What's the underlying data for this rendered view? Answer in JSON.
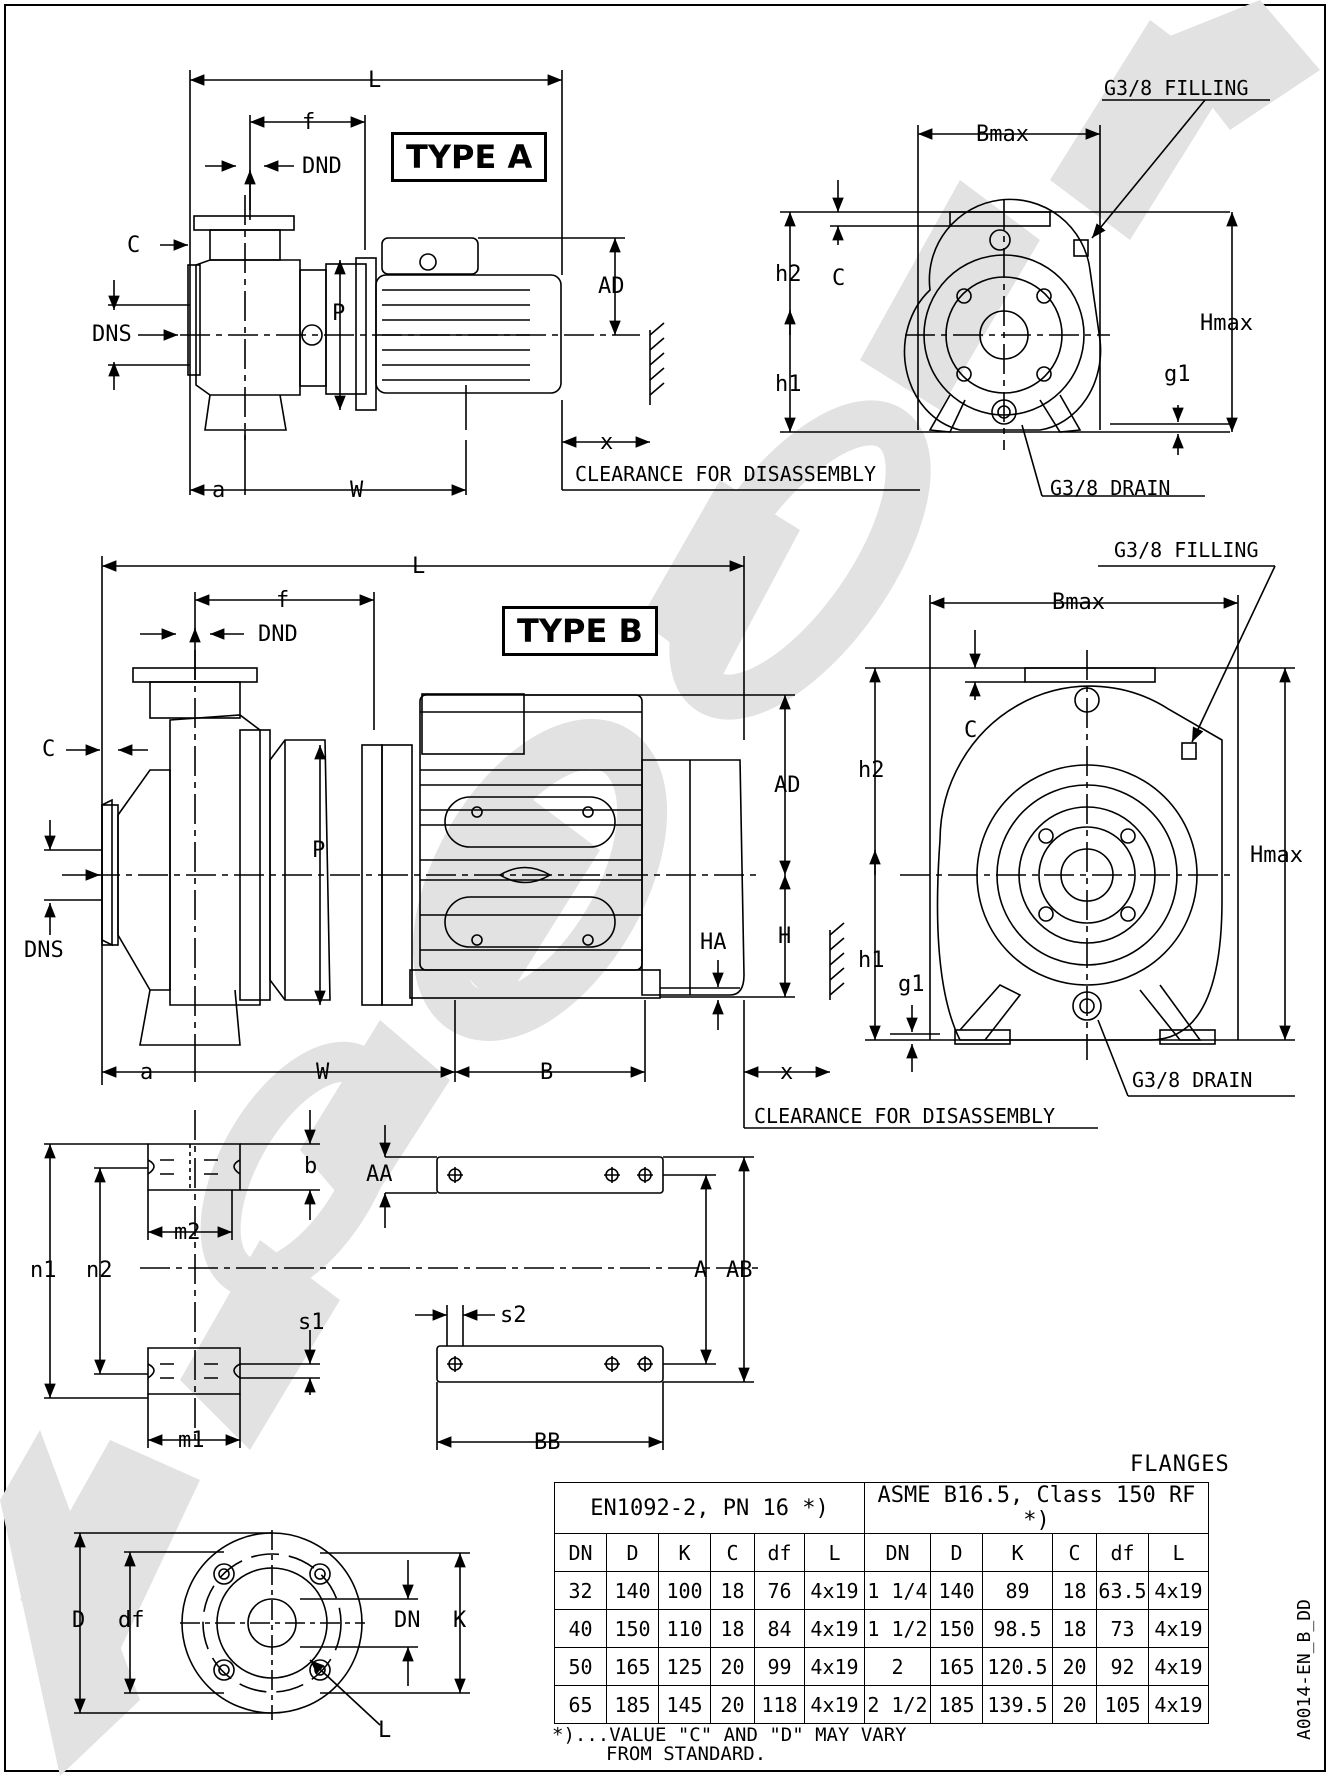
{
  "type_a": {
    "title": "TYPE A",
    "dims": {
      "L": "L",
      "f": "f",
      "DND": "DND",
      "C": "C",
      "DNS": "DNS",
      "P": "P",
      "AD": "AD",
      "a": "a",
      "W": "W",
      "x": "x"
    },
    "clearance": "CLEARANCE FOR DISASSEMBLY"
  },
  "type_a_side": {
    "filling": "G3/8 FILLING",
    "bmax": "Bmax",
    "h2": "h2",
    "c": "C",
    "h1": "h1",
    "hmax": "Hmax",
    "g1": "g1",
    "drain": "G3/8  DRAIN"
  },
  "type_b": {
    "title": "TYPE B",
    "dims": {
      "L": "L",
      "f": "f",
      "DND": "DND",
      "C": "C",
      "DNS": "DNS",
      "P": "P",
      "AD": "AD",
      "H": "H",
      "HA": "HA",
      "a": "a",
      "W": "W",
      "B": "B",
      "x": "x"
    },
    "clearance": "CLEARANCE FOR DISASSEMBLY"
  },
  "type_b_side": {
    "filling": "G3/8 FILLING",
    "bmax": "Bmax",
    "h2": "h2",
    "c": "C",
    "h1": "h1",
    "hmax": "Hmax",
    "g1": "g1",
    "drain": "G3/8  DRAIN"
  },
  "feet": {
    "b": "b",
    "AA": "AA",
    "m2": "m2",
    "n1": "n1",
    "n2": "n2",
    "A": "A",
    "AB": "AB",
    "s1": "s1",
    "s2": "s2",
    "m1": "m1",
    "BB": "BB"
  },
  "flange_view": {
    "D": "D",
    "df": "df",
    "DN": "DN",
    "K": "K",
    "L": "L"
  },
  "flanges": {
    "caption": "FLANGES",
    "group_en": "EN1092-2, PN 16 *)",
    "group_asme": "ASME B16.5, Class 150 RF *)",
    "headers": [
      "DN",
      "D",
      "K",
      "C",
      "df",
      "L",
      "DN",
      "D",
      "K",
      "C",
      "df",
      "L"
    ],
    "rows": [
      [
        "32",
        "140",
        "100",
        "18",
        "76",
        "4x19",
        "1 1/4",
        "140",
        "89",
        "18",
        "63.5",
        "4x19"
      ],
      [
        "40",
        "150",
        "110",
        "18",
        "84",
        "4x19",
        "1 1/2",
        "150",
        "98.5",
        "18",
        "73",
        "4x19"
      ],
      [
        "50",
        "165",
        "125",
        "20",
        "99",
        "4x19",
        "2",
        "165",
        "120.5",
        "20",
        "92",
        "4x19"
      ],
      [
        "65",
        "185",
        "145",
        "20",
        "118",
        "4x19",
        "2 1/2",
        "185",
        "139.5",
        "20",
        "105",
        "4x19"
      ]
    ],
    "note_line1": "*)...VALUE \"C\" AND \"D\" MAY VARY",
    "note_line2": "FROM STANDARD."
  },
  "doc_id": "A0014-EN_B_DD",
  "colors": {
    "line": "#000000",
    "watermark": "#d9d9d9",
    "paper": "#ffffff"
  }
}
